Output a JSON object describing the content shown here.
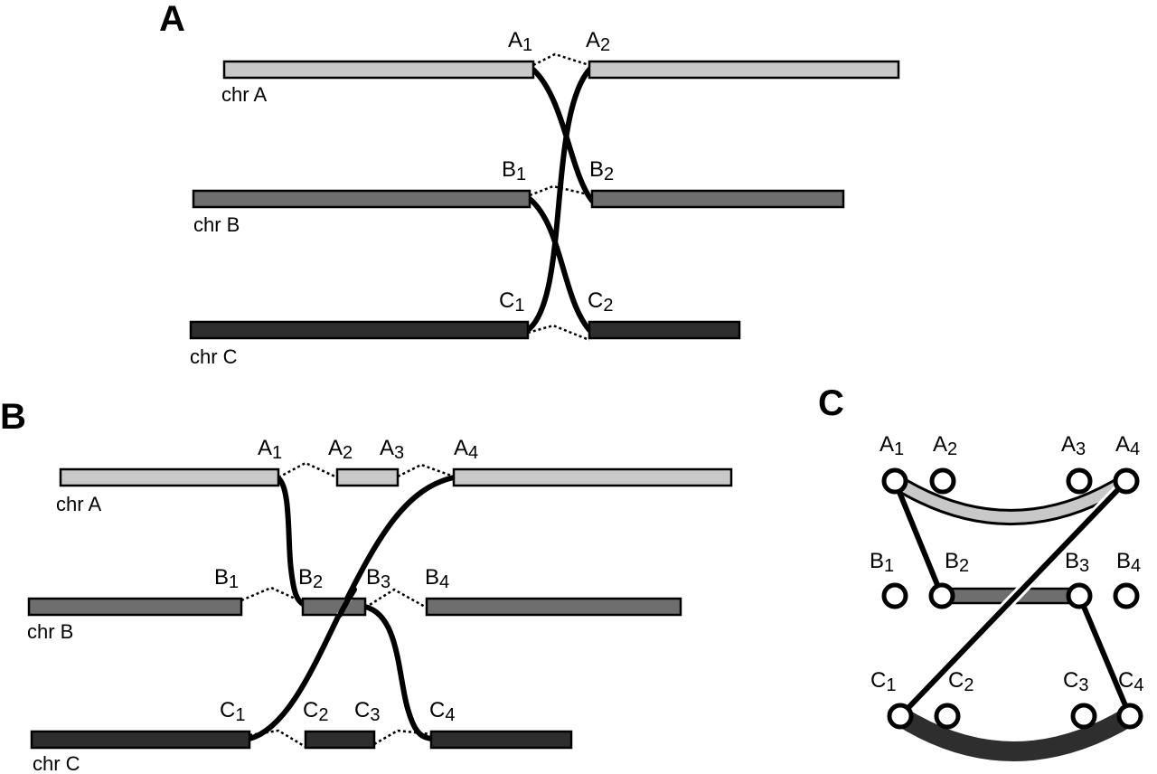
{
  "panels": {
    "a": "A",
    "b": "B",
    "c": "C"
  },
  "chromosomes": {
    "a": "chr A",
    "b": "chr B",
    "c": "chr C"
  },
  "labels": {
    "a": {
      "A1": [
        "A",
        "1"
      ],
      "A2": [
        "A",
        "2"
      ],
      "B1": [
        "B",
        "1"
      ],
      "B2": [
        "B",
        "2"
      ],
      "C1": [
        "C",
        "1"
      ],
      "C2": [
        "C",
        "2"
      ]
    },
    "b": {
      "A1": [
        "A",
        "1"
      ],
      "A2": [
        "A",
        "2"
      ],
      "A3": [
        "A",
        "3"
      ],
      "A4": [
        "A",
        "4"
      ],
      "B1": [
        "B",
        "1"
      ],
      "B2": [
        "B",
        "2"
      ],
      "B3": [
        "B",
        "3"
      ],
      "B4": [
        "B",
        "4"
      ],
      "C1": [
        "C",
        "1"
      ],
      "C2": [
        "C",
        "2"
      ],
      "C3": [
        "C",
        "3"
      ],
      "C4": [
        "C",
        "4"
      ]
    },
    "c": {
      "A1": [
        "A",
        "1"
      ],
      "A2": [
        "A",
        "2"
      ],
      "A3": [
        "A",
        "3"
      ],
      "A4": [
        "A",
        "4"
      ],
      "B1": [
        "B",
        "1"
      ],
      "B2": [
        "B",
        "2"
      ],
      "B3": [
        "B",
        "3"
      ],
      "B4": [
        "B",
        "4"
      ],
      "C1": [
        "C",
        "1"
      ],
      "C2": [
        "C",
        "2"
      ],
      "C3": [
        "C",
        "3"
      ],
      "C4": [
        "C",
        "4"
      ]
    }
  },
  "colors": {
    "chr_a": "#c8c8c8",
    "chr_b": "#6e6e6e",
    "chr_c": "#2e2e2e",
    "outline": "#000000",
    "background": "#ffffff"
  }
}
